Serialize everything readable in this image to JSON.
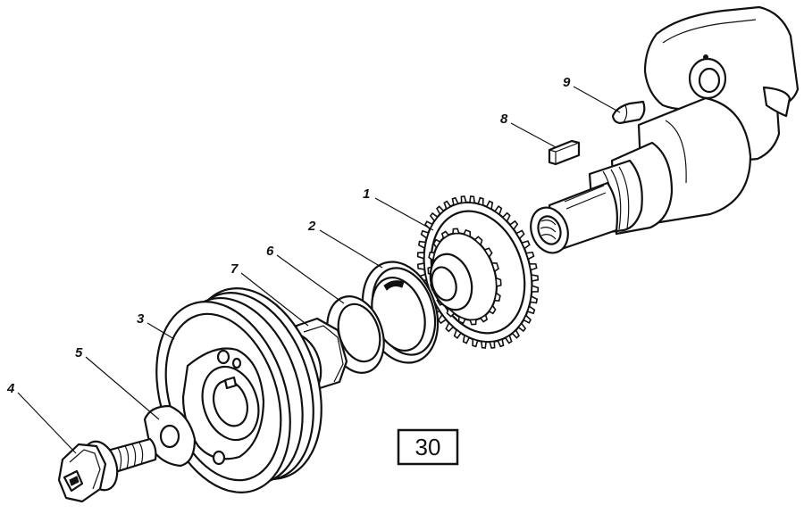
{
  "figure": {
    "number": "30"
  },
  "callouts": [
    {
      "id": "1",
      "label": "1"
    },
    {
      "id": "2",
      "label": "2"
    },
    {
      "id": "3",
      "label": "3"
    },
    {
      "id": "4",
      "label": "4"
    },
    {
      "id": "5",
      "label": "5"
    },
    {
      "id": "6",
      "label": "6"
    },
    {
      "id": "7",
      "label": "7"
    },
    {
      "id": "8",
      "label": "8"
    },
    {
      "id": "9",
      "label": "9"
    }
  ]
}
